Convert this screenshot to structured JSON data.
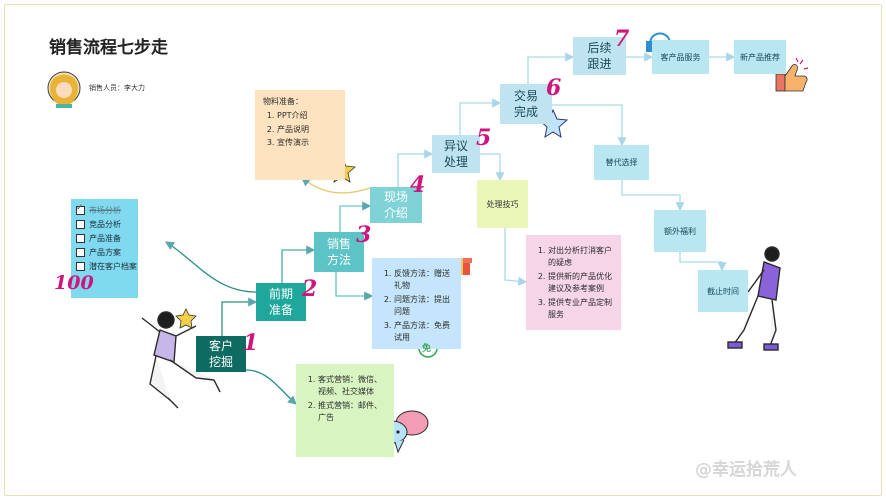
{
  "title": "销售流程七步走",
  "author": "销售人员：李大力",
  "steps": [
    {
      "label": "客户\n挖掘",
      "num": "1"
    },
    {
      "label": "前期\n准备",
      "num": "2"
    },
    {
      "label": "销售\n方法",
      "num": "3"
    },
    {
      "label": "现场\n介绍",
      "num": "4"
    },
    {
      "label": "异议\n处理",
      "num": "5"
    },
    {
      "label": "交易\n完成",
      "num": "6"
    },
    {
      "label": "后续\n跟进",
      "num": "7"
    }
  ],
  "follow_nodes": [
    "客产品服务",
    "新产品推荐"
  ],
  "branch_nodes": [
    "替代选择",
    "额外福利",
    "截止时间"
  ],
  "tech_node": "处理技巧",
  "prep_note": {
    "title": "物料准备：",
    "items": [
      "PPT介绍",
      "产品说明",
      "宣传演示"
    ]
  },
  "checklist": {
    "items": [
      "市场分析",
      "竞品分析",
      "产品准备",
      "产品方案",
      "潜在客户档案"
    ]
  },
  "method_note": {
    "items": [
      "反馈方法：赠送礼物",
      "问题方法：提出问题",
      "产品方法：免费试用"
    ]
  },
  "objection_note": {
    "items": [
      "对出分析打消客户的疑虑",
      "提供新的产品优化建议及参考案例",
      "提供专业产品定制服务"
    ]
  },
  "mining_note": {
    "items": [
      "客式营销：微信、视频、社交媒体",
      "推式营销：邮件、广告"
    ]
  },
  "watermark": "@幸运拾荒人",
  "badge_100": "100",
  "free_badge": "免",
  "colors": {
    "dark": "#0e6b62",
    "mid": "#1ea79a",
    "light": "#5cc3c6",
    "accent": "#d1147d"
  }
}
